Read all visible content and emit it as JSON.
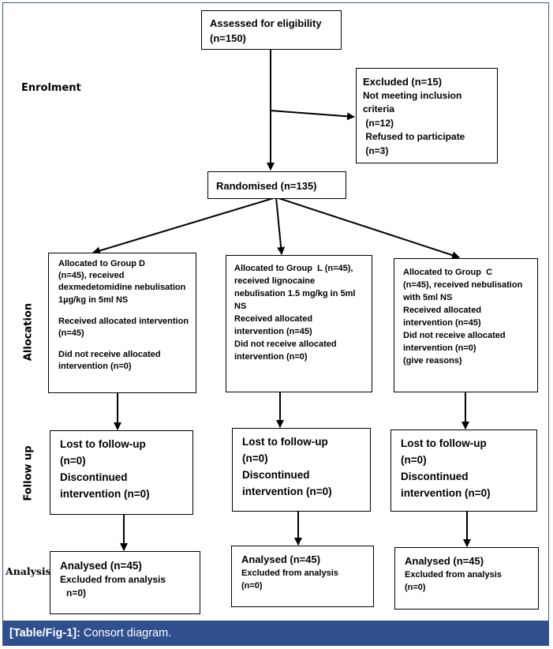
{
  "stages": {
    "enrolment": "Enrolment",
    "allocation": "Allocation",
    "follow_up": "Follow up",
    "analysis": "Analysis"
  },
  "assessed": [
    "Assessed for eligibility",
    "(n=150)"
  ],
  "excluded": [
    "Excluded (n=15)",
    "Not meeting inclusion",
    "criteria",
    " (n=12)",
    " Refused to participate",
    " (n=3)"
  ],
  "randomised": "Randomised (n=135)",
  "groups": [
    {
      "allocation": [
        "Allocated to Group D",
        "(n=45), received",
        "dexmedetomidine nebulisation",
        "1µg/kg in 5ml NS",
        "",
        "Received allocated intervention",
        "(n=45)",
        "",
        "Did not receive allocated",
        "intervention (n=0)"
      ],
      "follow_up": [
        "Lost to follow-up",
        "(n=0)",
        "Discontinued",
        "intervention (n=0)"
      ],
      "analysis_title": "Analysed (n=45)",
      "analysis_detail": [
        "Excluded from analysis",
        "n=0)"
      ]
    },
    {
      "allocation": [
        "Allocated to Group  L (n=45),",
        "received lignocaine",
        "nebulisation 1.5 mg/kg in 5ml",
        "NS",
        "Received allocated",
        "intervention (n=45)",
        "Did not receive allocated",
        "intervention (n=0)"
      ],
      "follow_up": [
        "Lost to follow-up",
        "(n=0)",
        "Discontinued",
        "intervention (n=0)"
      ],
      "analysis_title": "Analysed (n=45)",
      "analysis_detail": [
        "Excluded from analysis",
        "(n=0)"
      ]
    },
    {
      "allocation": [
        "Allocated to Group  C",
        "(n=45), received nebulisation",
        "with 5ml NS",
        "Received allocated",
        "intervention (n=45)",
        "Did not receive allocated",
        "intervention (n=0)",
        "(give reasons)"
      ],
      "follow_up": [
        "Lost to follow-up",
        "(n=0)",
        "Discontinued",
        "intervention (n=0)"
      ],
      "analysis_title": "Analysed (n=45)",
      "analysis_detail": [
        "Excluded from analysis",
        "(n=0)"
      ]
    }
  ],
  "caption": {
    "label": "[Table/Fig-1]:",
    "text": " Consort diagram."
  }
}
